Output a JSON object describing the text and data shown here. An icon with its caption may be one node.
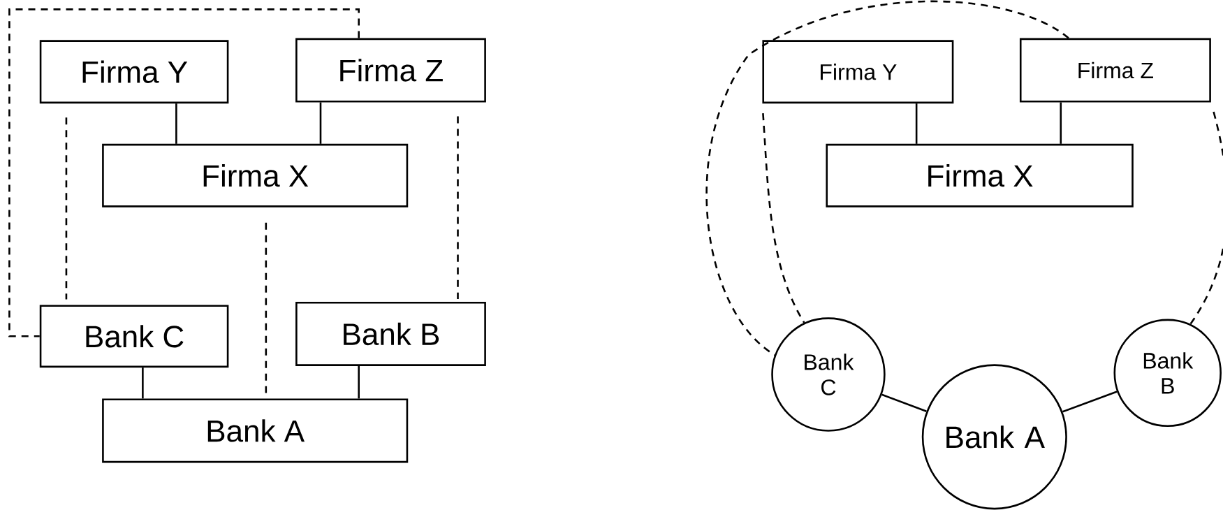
{
  "diagram": {
    "nodes": [
      {
        "text": [
          "Firma Y"
        ]
      },
      {
        "text": [
          "Firma Z"
        ]
      },
      {
        "text": [
          "Firma X"
        ]
      },
      {
        "text": [
          "Bank C"
        ]
      },
      {
        "text": [
          "Bank B"
        ]
      },
      {
        "text": [
          "Bank A"
        ]
      },
      {
        "text": [
          "Firma Y"
        ]
      },
      {
        "text": [
          "Firma Z"
        ]
      },
      {
        "text": [
          "Firma X"
        ]
      },
      {
        "text": [
          "Bank C"
        ]
      },
      {
        "text": [
          "Bank B"
        ]
      },
      {
        "text": [
          "Bank A"
        ]
      }
    ],
    "edges": [
      {
        "from": 0,
        "to": 2,
        "arrow": "none"
      },
      {
        "from": 1,
        "to": 2,
        "arrow": "none"
      },
      {
        "from": 0,
        "to": 3,
        "arrow": "none",
        "style": "dashed"
      },
      {
        "from": 1,
        "to": 4,
        "arrow": "none",
        "style": "dashed"
      },
      {
        "from": 2,
        "to": 5,
        "arrow": "none",
        "style": "dashed"
      },
      {
        "from": 1,
        "to": 3,
        "arrow": "none",
        "style": "dashed"
      },
      {
        "from": 3,
        "to": 5,
        "arrow": "none"
      },
      {
        "from": 4,
        "to": 5,
        "arrow": "none"
      },
      {
        "from": 6,
        "to": 8,
        "arrow": "none"
      },
      {
        "from": 7,
        "to": 8,
        "arrow": "none"
      },
      {
        "from": 6,
        "to": 9,
        "arrow": "none",
        "style": "dashed"
      },
      {
        "from": 7,
        "to": 10,
        "arrow": "none",
        "style": "dashed"
      },
      {
        "from": 7,
        "to": 9,
        "arrow": "none",
        "style": "dashed"
      },
      {
        "from": 9,
        "to": 11,
        "arrow": "none"
      },
      {
        "from": 10,
        "to": 11,
        "arrow": "none"
      }
    ]
  }
}
